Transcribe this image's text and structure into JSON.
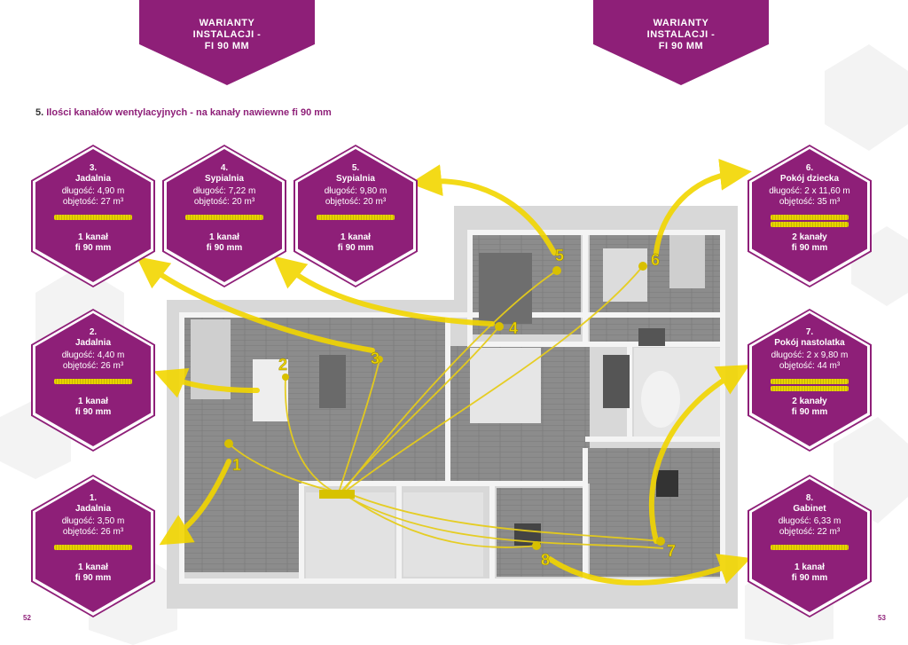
{
  "banners": {
    "left": [
      "WARIANTY",
      "INSTALACJI -",
      "FI 90 MM"
    ],
    "right": [
      "WARIANTY",
      "INSTALACJI -",
      "FI 90 MM"
    ]
  },
  "section": {
    "number": "5.",
    "title": "Ilości kanałów wentylacyjnych - na kanały nawiewne fi 90 mm"
  },
  "rooms": [
    {
      "id": "3",
      "num": "3.",
      "name": "Jadalnia",
      "dlugosc": "długość: 4,90 m",
      "objetosc": "objętość: 27 m³",
      "bars": 1,
      "channels": "1 kanał",
      "fi": "fi 90 mm"
    },
    {
      "id": "4",
      "num": "4.",
      "name": "Sypialnia",
      "dlugosc": "długość: 7,22 m",
      "objetosc": "objętość: 20 m³",
      "bars": 1,
      "channels": "1 kanał",
      "fi": "fi 90 mm"
    },
    {
      "id": "5",
      "num": "5.",
      "name": "Sypialnia",
      "dlugosc": "długość: 9,80 m",
      "objetosc": "objętość: 20 m³",
      "bars": 1,
      "channels": "1 kanał",
      "fi": "fi 90 mm"
    },
    {
      "id": "6",
      "num": "6.",
      "name": "Pokój dziecka",
      "dlugosc": "długość: 2 x 11,60 m",
      "objetosc": "objętość: 35 m³",
      "bars": 2,
      "channels": "2 kanały",
      "fi": "fi 90 mm"
    },
    {
      "id": "2",
      "num": "2.",
      "name": "Jadalnia",
      "dlugosc": "długość: 4,40 m",
      "objetosc": "objętość: 26 m³",
      "bars": 1,
      "channels": "1 kanał",
      "fi": "fi 90 mm"
    },
    {
      "id": "7",
      "num": "7.",
      "name": "Pokój nastolatka",
      "dlugosc": "długość: 2 x 9,80 m",
      "objetosc": "objętość: 44 m³",
      "bars": 2,
      "channels": "2 kanały",
      "fi": "fi 90 mm"
    },
    {
      "id": "1",
      "num": "1.",
      "name": "Jadalnia",
      "dlugosc": "długość: 3,50 m",
      "objetosc": "objętość: 26 m³",
      "bars": 1,
      "channels": "1 kanał",
      "fi": "fi 90 mm"
    },
    {
      "id": "8",
      "num": "8.",
      "name": "Gabinet",
      "dlugosc": "długość: 6,33 m",
      "objetosc": "objętość: 22 m³",
      "bars": 1,
      "channels": "1 kanał",
      "fi": "fi 90 mm"
    }
  ],
  "markers": [
    "1",
    "2",
    "3",
    "4",
    "5",
    "6",
    "7",
    "8"
  ],
  "pages": {
    "left": "52",
    "right": "53"
  },
  "colors": {
    "primary": "#8e1f78",
    "duct": "#e8d400",
    "floor": "#8a8a8a"
  }
}
